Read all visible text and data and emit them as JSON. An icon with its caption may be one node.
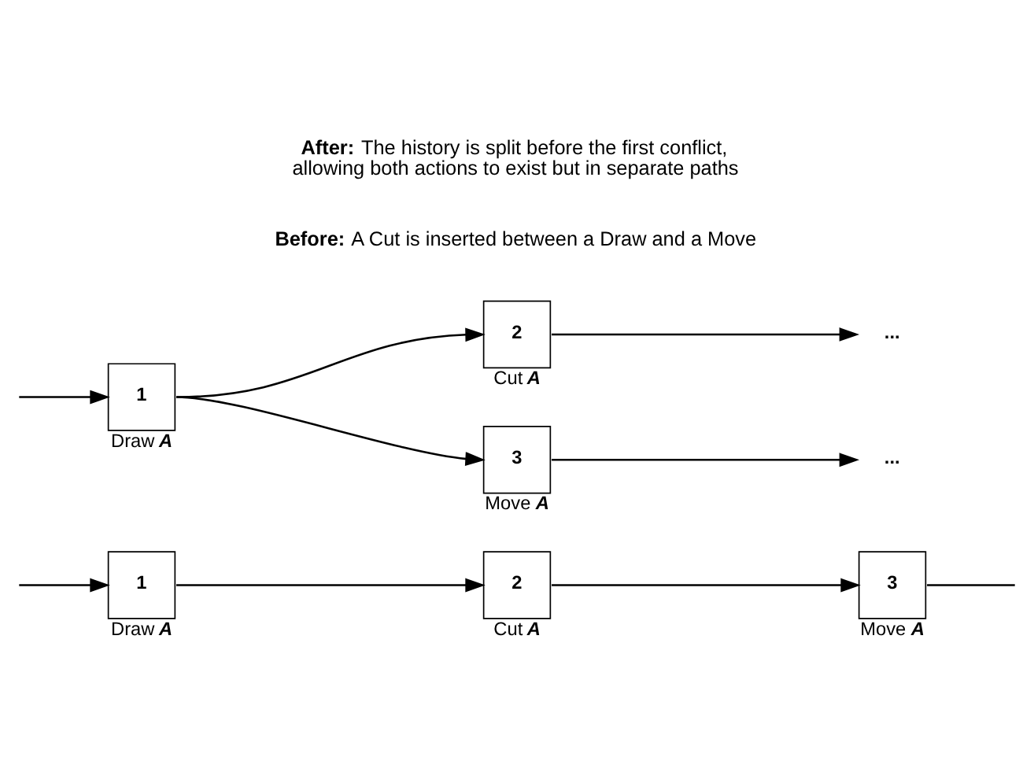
{
  "diagram": {
    "nodes": [
      {
        "text": [
          "1"
        ],
        "beside": [
          "Draw *A*"
        ]
      },
      {
        "text": [
          "2"
        ],
        "beside": [
          "Cut *A*"
        ]
      },
      {
        "text": [
          "3"
        ],
        "beside": [
          "Move *A*"
        ]
      },
      {
        "text": [
          "1"
        ],
        "beside": [
          "Draw *A*"
        ]
      },
      {
        "text": [
          "2"
        ],
        "beside": [
          "Cut *A*"
        ]
      },
      {
        "text": [
          "3"
        ],
        "beside": [
          "Move *A*"
        ]
      },
      {
        "text": [
          "..."
        ]
      },
      {
        "text": [
          "..."
        ]
      }
    ],
    "edges": [
      {
        "from": null,
        "to": 0,
        "arrow": "to"
      },
      {
        "from": 0,
        "to": 1,
        "arrow": "to"
      },
      {
        "from": 1,
        "to": 2,
        "arrow": "to"
      },
      {
        "from": 2,
        "to": null,
        "arrow": "none"
      },
      {
        "from": null,
        "to": 3,
        "arrow": "to"
      },
      {
        "from": 3,
        "to": 4,
        "arrow": "to"
      },
      {
        "from": 3,
        "to": 5,
        "arrow": "to"
      },
      {
        "from": 4,
        "to": 6,
        "arrow": "to"
      },
      {
        "from": 5,
        "to": 7,
        "arrow": "to"
      }
    ],
    "labels": [
      "**Before:** A Cut is inserted between a Draw and a Move",
      "**After:** The history is split before the first conflict, allowing both actions to exist but in separate paths"
    ]
  }
}
